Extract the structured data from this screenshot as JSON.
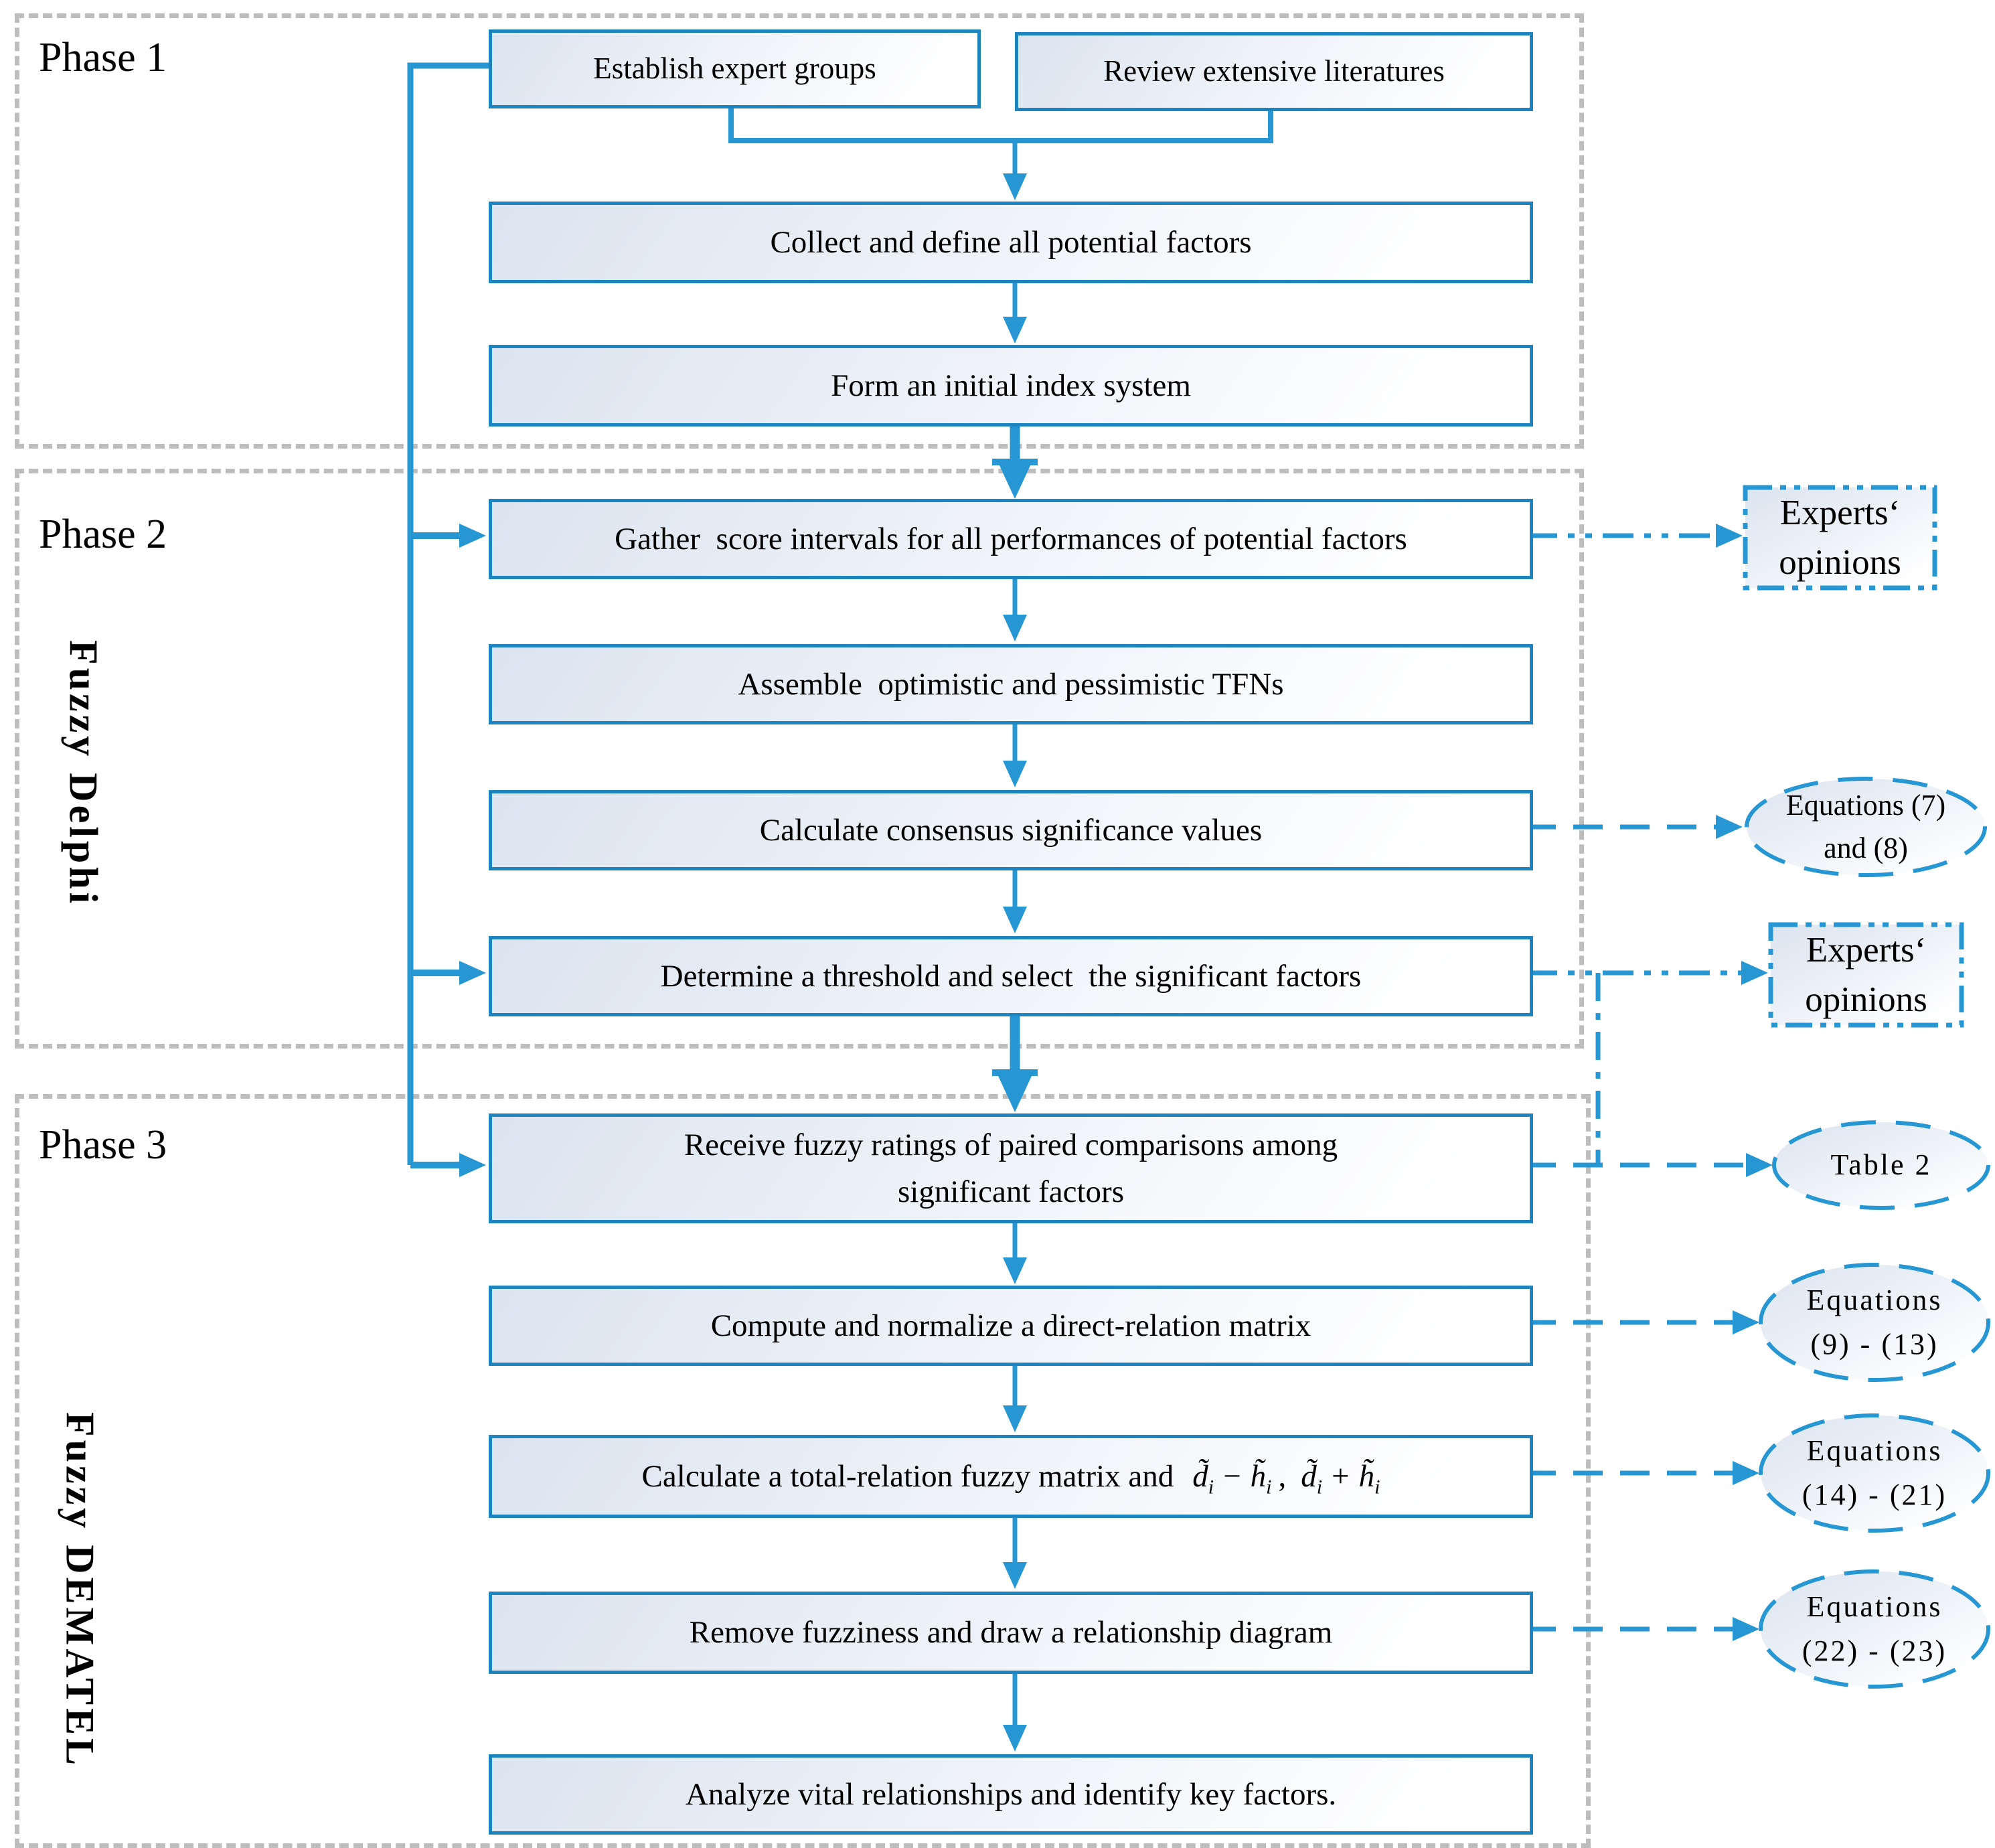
{
  "colors": {
    "accent_border": "#1d84c0",
    "accent_line": "#2697d3",
    "phase_border_gray": "#bdbdbd",
    "box_fill_light": "#dbe4f0"
  },
  "phases": {
    "phase1": {
      "label": "Phase 1"
    },
    "phase2": {
      "label": "Phase 2",
      "method_label": "Fuzzy Delphi"
    },
    "phase3": {
      "label": "Phase 3",
      "method_label": "Fuzzy DEMATEL"
    }
  },
  "flow": {
    "establish": {
      "label": "Establish expert groups"
    },
    "review": {
      "label": "Review extensive literatures"
    },
    "collect": {
      "label": "Collect and define all potential factors"
    },
    "form_index": {
      "label": "Form an initial index system"
    },
    "gather": {
      "label": "Gather  score intervals for all performances of potential factors"
    },
    "assemble": {
      "label": "Assemble  optimistic and pessimistic TFNs"
    },
    "consensus": {
      "label": "Calculate consensus significance values"
    },
    "threshold": {
      "label": "Determine a threshold and select  the significant factors"
    },
    "receive": {
      "label": "Receive fuzzy ratings of paired comparisons among\nsignificant factors"
    },
    "compute": {
      "label": "Compute and normalize a direct-relation matrix"
    },
    "total_relation": {
      "label": "Calculate a total-relation fuzzy matrix and",
      "formula": {
        "d": "d̃",
        "sub": "i",
        "minus": "−",
        "h": "h̃",
        "comma": ",",
        "plus": "+"
      }
    },
    "remove": {
      "label": "Remove fuzziness and draw a relationship diagram"
    },
    "analyze": {
      "label": "Analyze vital relationships and identify key factors."
    }
  },
  "annotations": {
    "experts_top": {
      "line1": "Experts‘",
      "line2": "opinions"
    },
    "eq_7_8": {
      "line1": "Equations (7)",
      "line2": "and (8)"
    },
    "experts_bottom": {
      "line1": "Experts‘",
      "line2": "opinions"
    },
    "table_2": {
      "label": "Table 2"
    },
    "eq_9_13": {
      "line1": "Equations",
      "line2": "(9) - (13)"
    },
    "eq_14_21": {
      "line1": "Equations",
      "line2": "(14) - (21)"
    },
    "eq_22_23": {
      "line1": "Equations",
      "line2": "(22) - (23)"
    }
  }
}
